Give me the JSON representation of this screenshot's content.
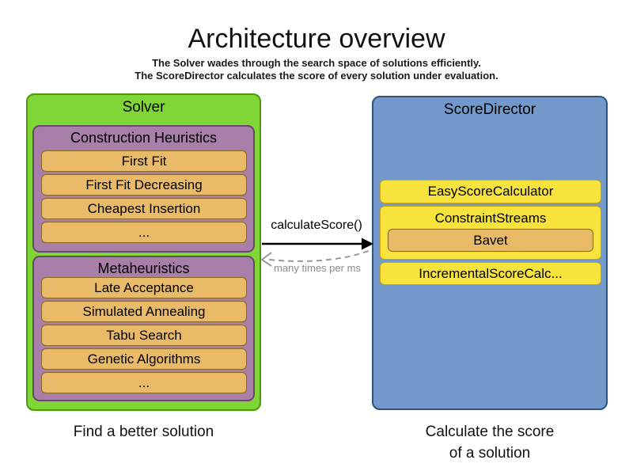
{
  "header": {
    "title": "Architecture overview",
    "subtitle_line1": "The Solver wades through the search space of solutions efficiently.",
    "subtitle_line2": "The ScoreDirector calculates the score of every solution under evaluation."
  },
  "solver": {
    "title": "Solver",
    "caption": "Find a better solution",
    "sections": [
      {
        "title": "Construction Heuristics",
        "items": [
          "First Fit",
          "First Fit Decreasing",
          "Cheapest Insertion",
          "..."
        ]
      },
      {
        "title": "Metaheuristics",
        "items": [
          "Late Acceptance",
          "Simulated Annealing",
          "Tabu Search",
          "Genetic Algorithms",
          "..."
        ]
      }
    ]
  },
  "score_director": {
    "title": "ScoreDirector",
    "caption_line1": "Calculate the score",
    "caption_line2": "of a solution",
    "items": {
      "easy": "EasyScoreCalculator",
      "constraint_streams": "ConstraintStreams",
      "bavet": "Bavet",
      "incremental": "IncrementalScoreCalc..."
    }
  },
  "interaction": {
    "call_label": "calculateScore()",
    "frequency_label": "many times per ms"
  },
  "colors": {
    "solver-fill": "#7fd636",
    "solver-border": "#4c9b07",
    "section-fill": "#a87fa8",
    "section-border": "#684868",
    "item-fill": "#e9ba67",
    "item-border": "#8a671c",
    "director-fill": "#7299ca",
    "director-border": "#2d5380",
    "calc-fill": "#f8e33c",
    "calc-border": "#c9a60c",
    "arrow-solid": "#000000",
    "arrow-dashed": "#999999",
    "muted-text": "#8a8a8a"
  }
}
